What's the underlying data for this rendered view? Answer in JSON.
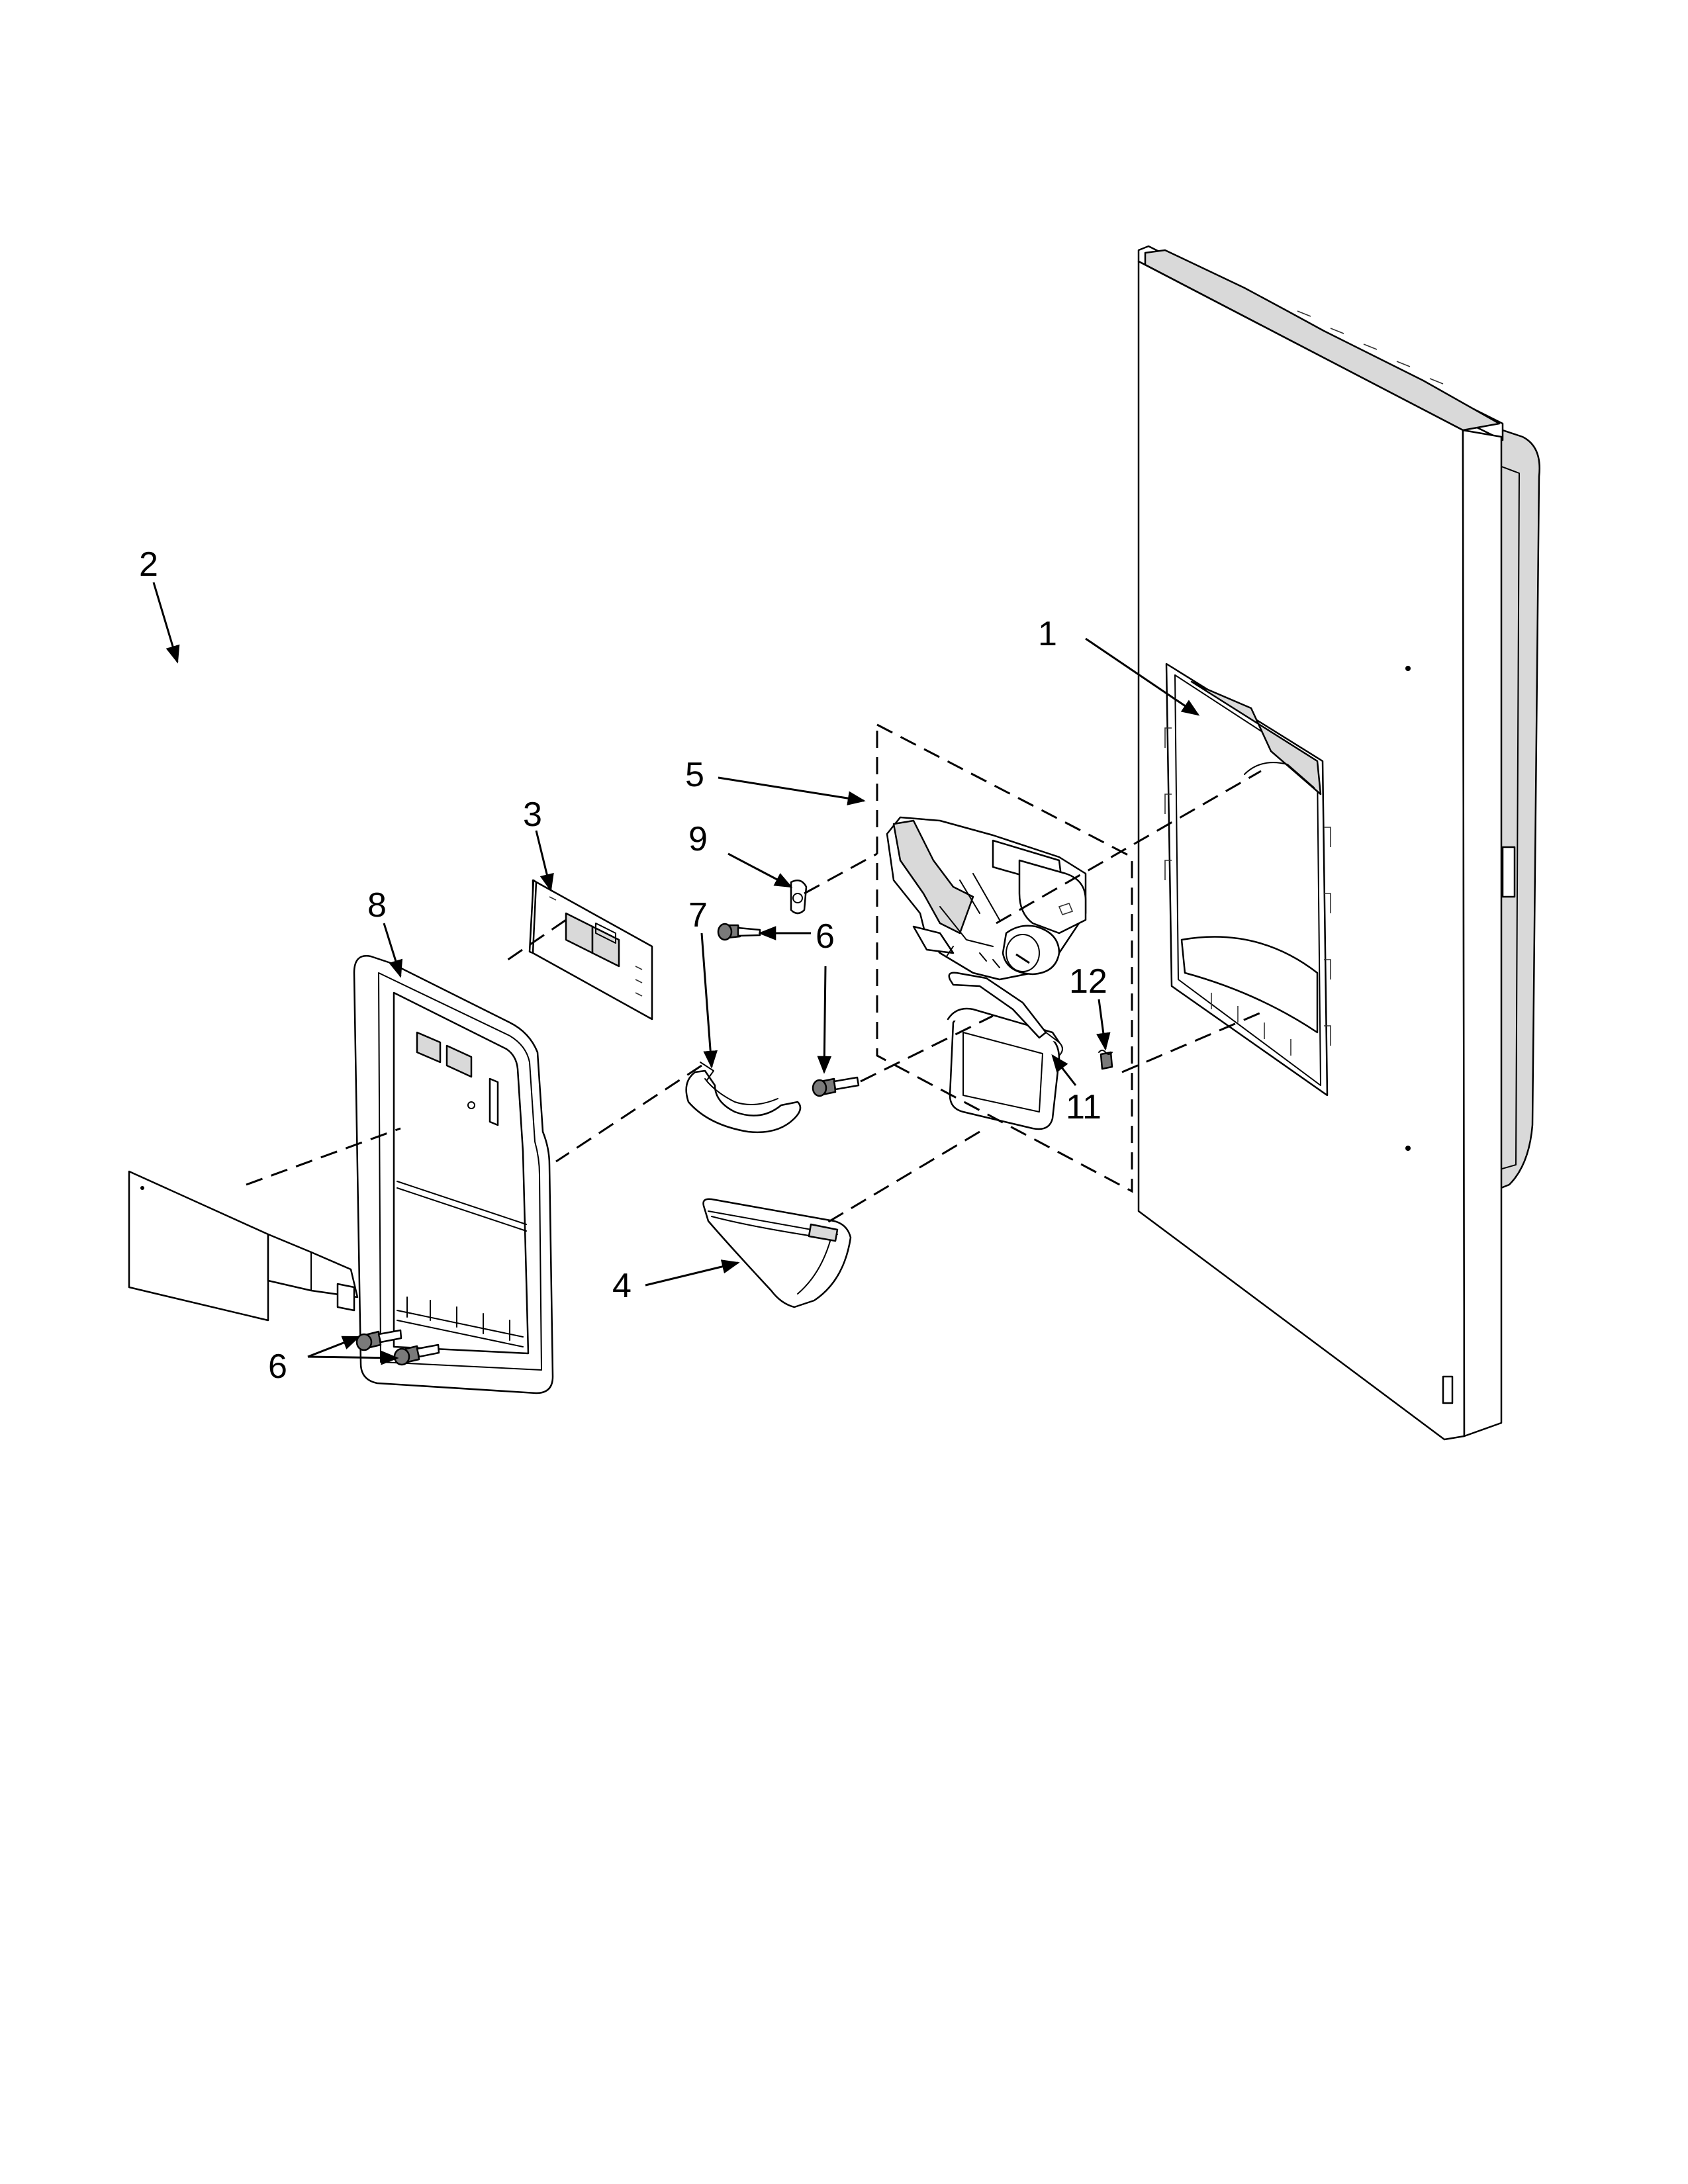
{
  "diagram": {
    "callouts": [
      {
        "id": "c1",
        "label": "1"
      },
      {
        "id": "c2",
        "label": "2"
      },
      {
        "id": "c3",
        "label": "3"
      },
      {
        "id": "c4",
        "label": "4"
      },
      {
        "id": "c5",
        "label": "5"
      },
      {
        "id": "c6a",
        "label": "6"
      },
      {
        "id": "c6b",
        "label": "6"
      },
      {
        "id": "c6c",
        "label": "6"
      },
      {
        "id": "c7",
        "label": "7"
      },
      {
        "id": "c8",
        "label": "8"
      },
      {
        "id": "c9",
        "label": "9"
      },
      {
        "id": "c11",
        "label": "11"
      },
      {
        "id": "c12",
        "label": "12"
      }
    ]
  }
}
